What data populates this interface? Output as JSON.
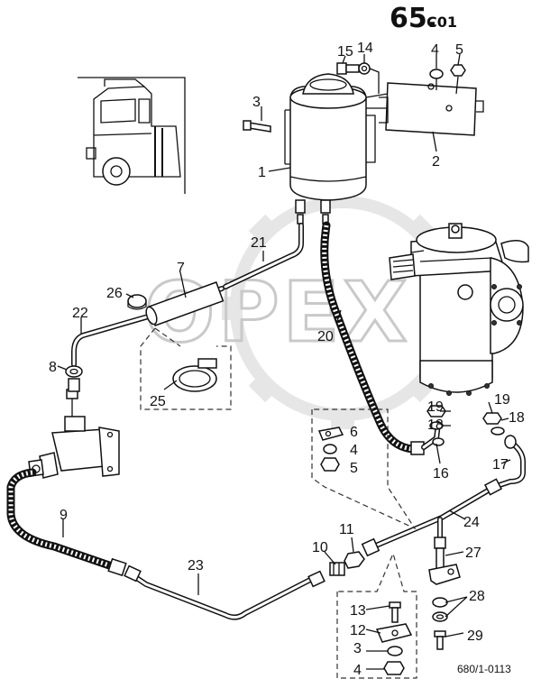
{
  "title": {
    "main": "65.",
    "suffix": "C01"
  },
  "document_code": "680/1-0113",
  "watermark": "OPEX",
  "callouts": [
    {
      "id": "c1",
      "text": "1"
    },
    {
      "id": "c2",
      "text": "2"
    },
    {
      "id": "c3a",
      "text": "3"
    },
    {
      "id": "c3b",
      "text": "3"
    },
    {
      "id": "c4a",
      "text": "4"
    },
    {
      "id": "c4b",
      "text": "4"
    },
    {
      "id": "c4c",
      "text": "4"
    },
    {
      "id": "c5a",
      "text": "5"
    },
    {
      "id": "c5b",
      "text": "5"
    },
    {
      "id": "c6",
      "text": "6"
    },
    {
      "id": "c7",
      "text": "7"
    },
    {
      "id": "c8",
      "text": "8"
    },
    {
      "id": "c9",
      "text": "9"
    },
    {
      "id": "c10",
      "text": "10"
    },
    {
      "id": "c11",
      "text": "11"
    },
    {
      "id": "c12",
      "text": "12"
    },
    {
      "id": "c13",
      "text": "13"
    },
    {
      "id": "c14",
      "text": "14"
    },
    {
      "id": "c15",
      "text": "15"
    },
    {
      "id": "c16",
      "text": "16"
    },
    {
      "id": "c17",
      "text": "17"
    },
    {
      "id": "c18a",
      "text": "18"
    },
    {
      "id": "c18b",
      "text": "18"
    },
    {
      "id": "c19a",
      "text": "19"
    },
    {
      "id": "c19b",
      "text": "19"
    },
    {
      "id": "c20",
      "text": "20"
    },
    {
      "id": "c21",
      "text": "21"
    },
    {
      "id": "c22",
      "text": "22"
    },
    {
      "id": "c23",
      "text": "23"
    },
    {
      "id": "c24",
      "text": "24"
    },
    {
      "id": "c25",
      "text": "25"
    },
    {
      "id": "c26",
      "text": "26"
    },
    {
      "id": "c27",
      "text": "27"
    },
    {
      "id": "c28",
      "text": "28"
    },
    {
      "id": "c29",
      "text": "29"
    }
  ]
}
